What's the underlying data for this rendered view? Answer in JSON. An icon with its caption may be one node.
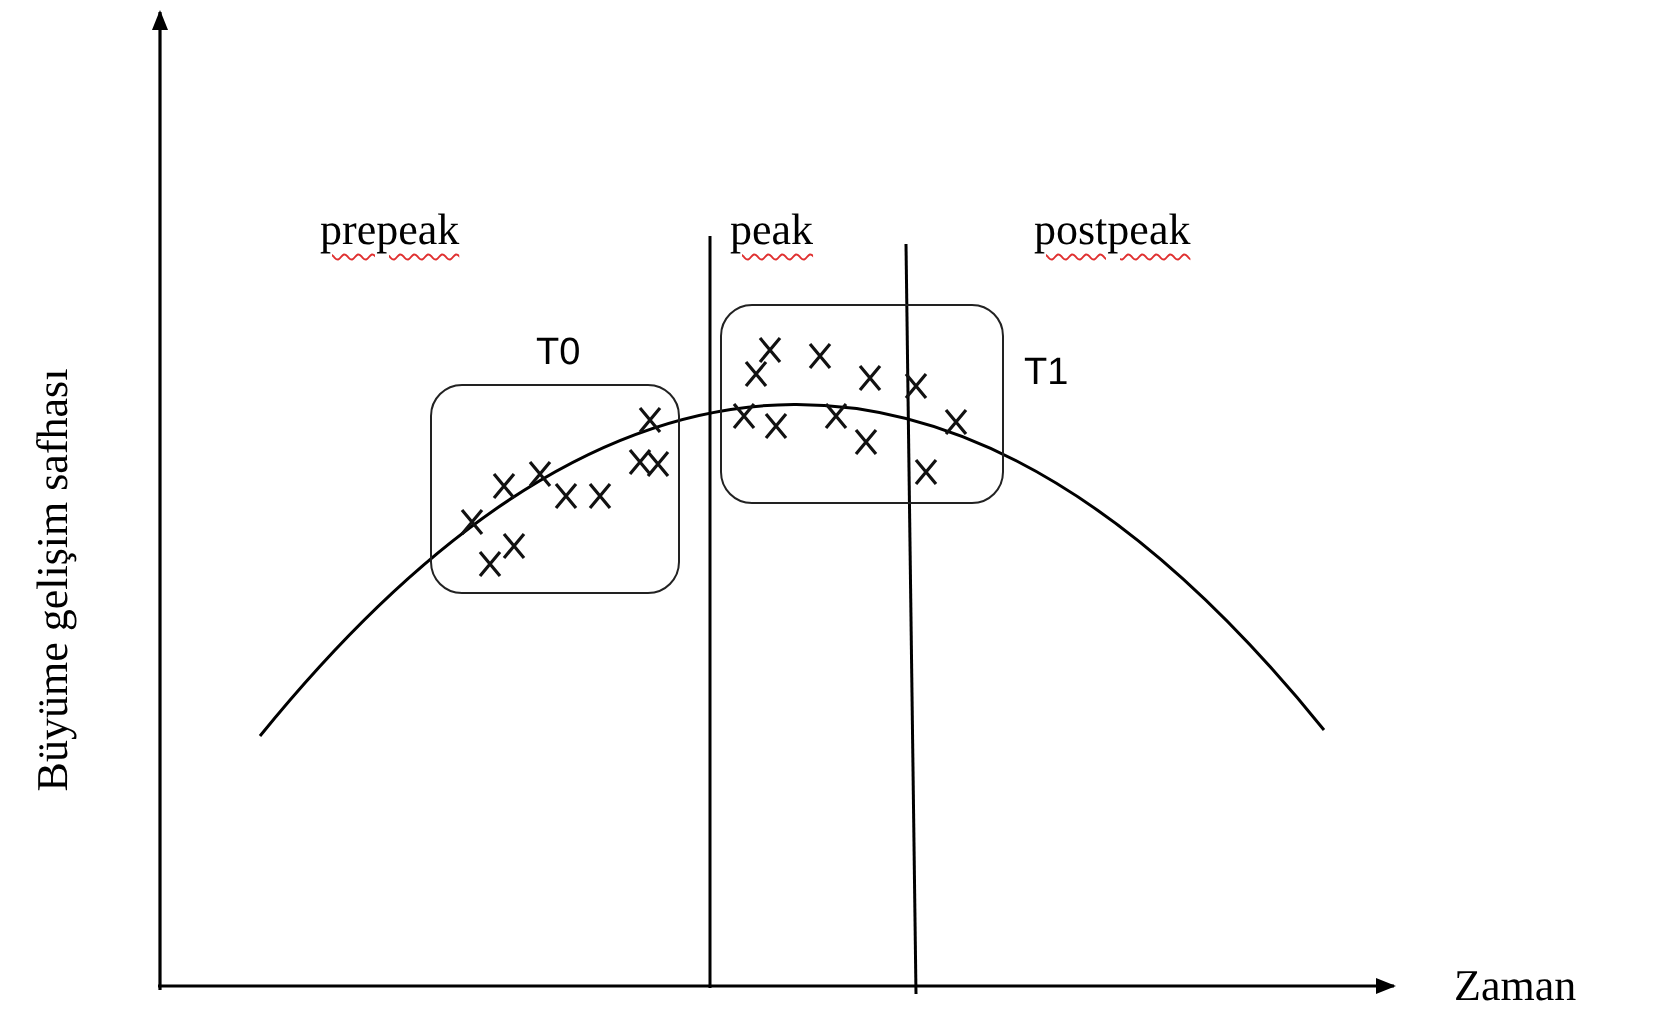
{
  "diagram": {
    "nodes": [
      {
        "text": [
          "T0"
        ]
      },
      {
        "text": [
          "T1"
        ]
      }
    ],
    "labels": [
      "prepeak",
      "peak",
      "postpeak",
      "Büyüme gelişim safhası",
      "Zaman"
    ]
  }
}
